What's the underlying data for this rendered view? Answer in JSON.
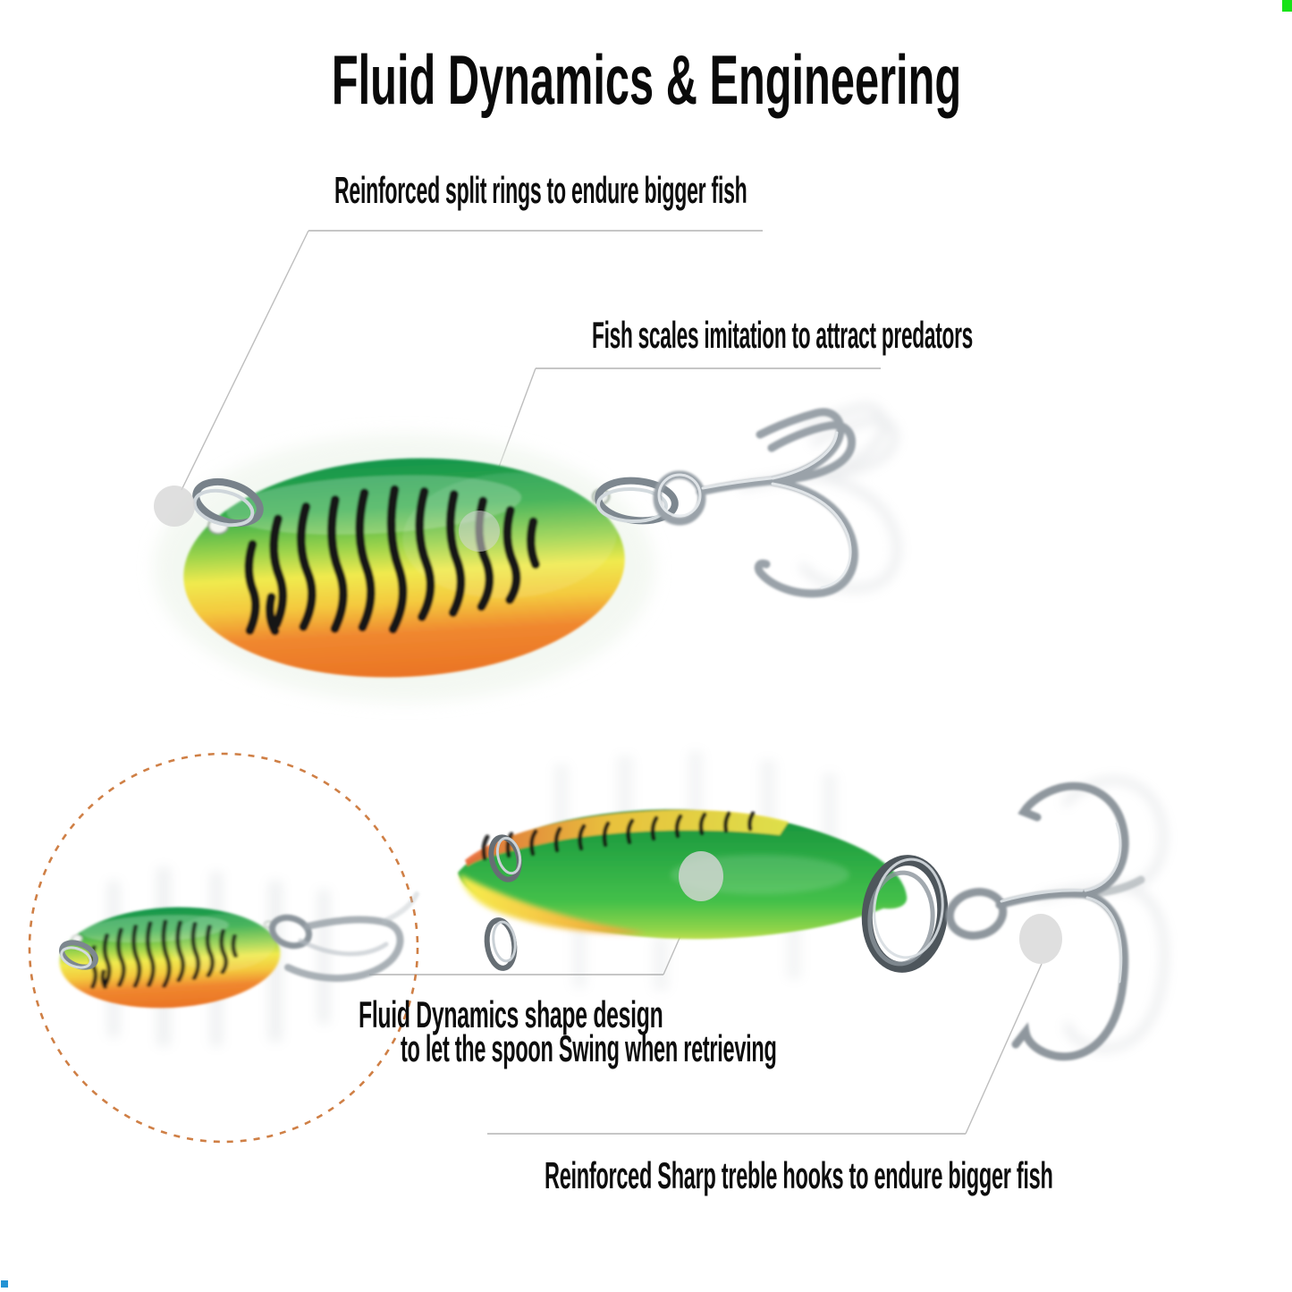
{
  "title": "Fluid Dynamics & Engineering",
  "annotations": {
    "split_rings": "Reinforced split rings to endure bigger fish",
    "fish_scales": "Fish scales imitation to attract predators",
    "fluid_dynamics_line1": "Fluid Dynamics shape design",
    "fluid_dynamics_line2": "to let the spoon Swing when retrieving",
    "treble_hooks": "Reinforced Sharp treble hooks to endure bigger fish"
  },
  "figure": {
    "subject": "firetiger fishing spoon lure with treble hook",
    "views": [
      "top-view",
      "zoom-detail-circle",
      "side-view"
    ],
    "callout_markers": 4
  },
  "colors": {
    "background": "#ffffff",
    "text": "#0d0d0d",
    "leader_line": "#c6c6c6",
    "callout_dot": "#d7d7d7",
    "zoom_circle_dash": "#cf7f45",
    "lure_green": "#2fa845",
    "lure_yellow": "#f2e84e",
    "lure_orange": "#f08a2f",
    "lure_stripe": "#121212",
    "hook_silver": "#a9b0b7",
    "corner_square_green": "#17e317",
    "corner_square_blue": "#2292d4"
  }
}
